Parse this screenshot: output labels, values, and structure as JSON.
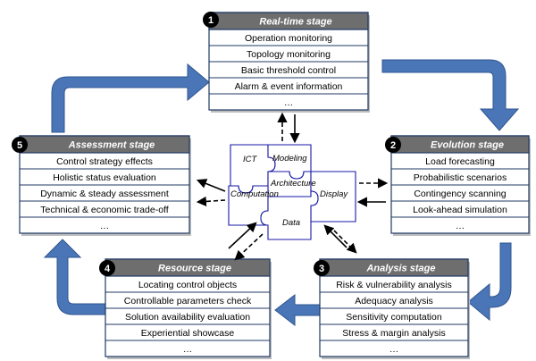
{
  "colors": {
    "header_fill": "#6e6e6e",
    "box_border": "#1f3864",
    "flow_arrow": "#4a76b8",
    "flow_arrow_edge": "#2f5590",
    "puzzle_stroke": "#1a1aa8"
  },
  "stages": [
    {
      "number": "1",
      "title": "Real-time stage",
      "items": [
        "Operation monitoring",
        "Topology monitoring",
        "Basic threshold control",
        "Alarm & event information",
        "…"
      ]
    },
    {
      "number": "2",
      "title": "Evolution stage",
      "items": [
        "Load forecasting",
        "Probabilistic scenarios",
        "Contingency scanning",
        "Look-ahead simulation",
        "…"
      ]
    },
    {
      "number": "3",
      "title": "Analysis stage",
      "items": [
        "Risk & vulnerability analysis",
        "Adequacy analysis",
        "Sensitivity computation",
        "Stress & margin analysis",
        "…"
      ]
    },
    {
      "number": "4",
      "title": "Resource stage",
      "items": [
        "Locating control objects",
        "Controllable parameters check",
        "Solution availability  evaluation",
        "Experiential showcase",
        "…"
      ]
    },
    {
      "number": "5",
      "title": "Assessment stage",
      "items": [
        "Control strategy effects",
        "Holistic status evaluation",
        "Dynamic & steady assessment",
        "Technical & economic trade-off",
        "…"
      ]
    }
  ],
  "puzzle": {
    "ict": "ICT",
    "modeling": "Modeling",
    "architecture": "Architecture",
    "computation": "Computation",
    "display": "Display",
    "data": "Data"
  }
}
